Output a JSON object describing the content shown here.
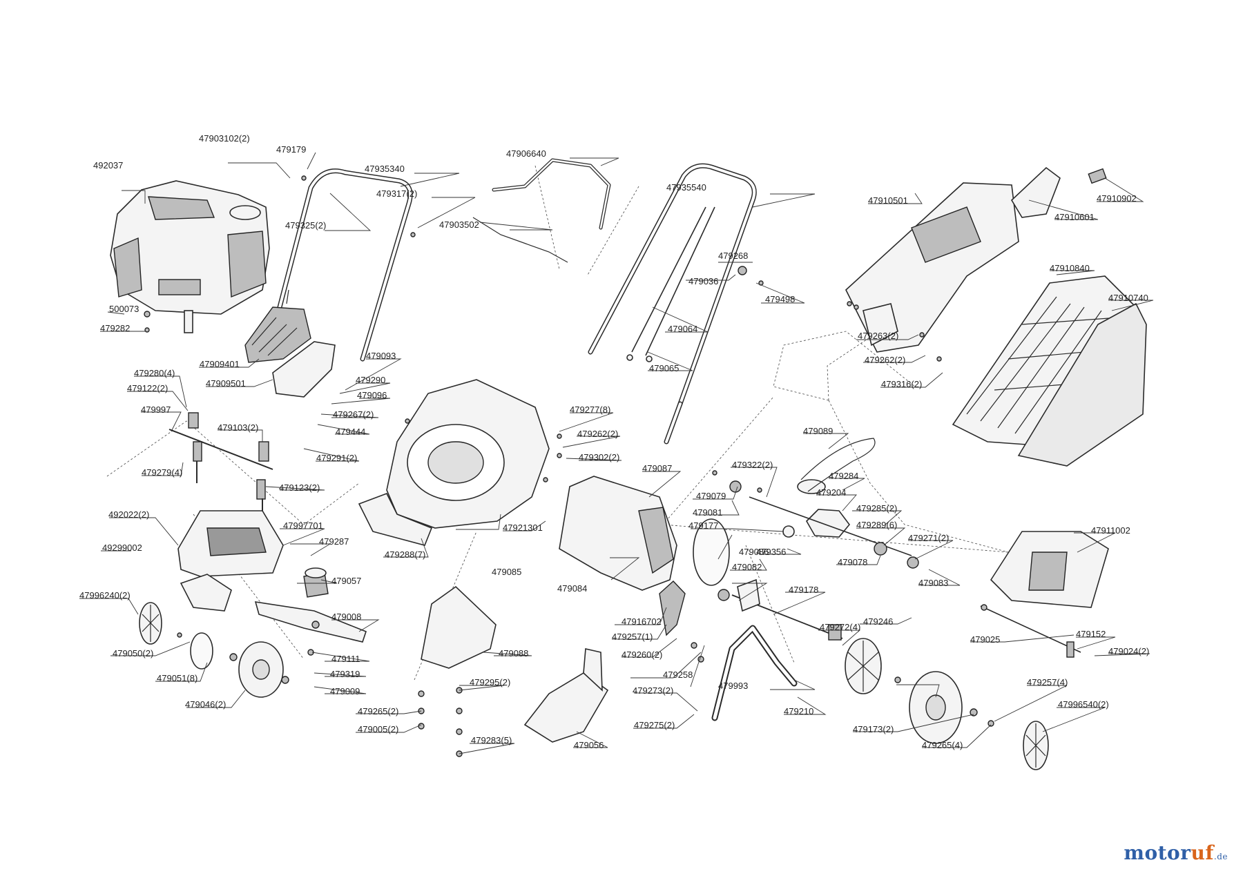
{
  "brand": {
    "part1": "motor",
    "part2": "uf",
    "part3": ".de"
  },
  "labels": [
    "492037",
    "47903102(2)",
    "479179",
    "47935340",
    "479317(2)",
    "479325(2)",
    "47906640",
    "47903502",
    "47935540",
    "479268",
    "479036",
    "479498",
    "479064",
    "479065",
    "47910501",
    "47910601",
    "47910902",
    "47910840",
    "47910740",
    "479263(2)",
    "479262(2)",
    "479316(2)",
    "500073",
    "479282",
    "47909401",
    "47909501",
    "479093",
    "479290",
    "479096",
    "479267(2)",
    "479444",
    "479291(2)",
    "479280(4)",
    "479122(2)",
    "479997",
    "479103(2)",
    "479279(4)",
    "479123(2)",
    "479277(8)",
    "479262(2)",
    "479302(2)",
    "479087",
    "479089",
    "479322(2)",
    "479284",
    "479079",
    "479204",
    "479081",
    "479285(2)",
    "479177",
    "479086",
    "479289(6)",
    "479356",
    "479271(2)",
    "479078",
    "479083",
    "479082",
    "47911002",
    "479178",
    "47916702",
    "479257(1)",
    "479260(2)",
    "479258",
    "479246",
    "479025",
    "479152",
    "479024(2)",
    "47921301",
    "479288(7)",
    "479085",
    "479084",
    "492022(2)",
    "47997701",
    "49299002",
    "479287",
    "479057",
    "47996240(2)",
    "479008",
    "479111",
    "479050(2)",
    "479051(8)",
    "479319",
    "479046(2)",
    "479009",
    "479088",
    "479295(2)",
    "479265(2)",
    "479005(2)",
    "479283(5)",
    "479056",
    "479272(4)",
    "479273(2)",
    "479993",
    "479275(2)",
    "479210",
    "479173(2)",
    "479257(4)",
    "47996540(2)",
    "479265(4)"
  ]
}
